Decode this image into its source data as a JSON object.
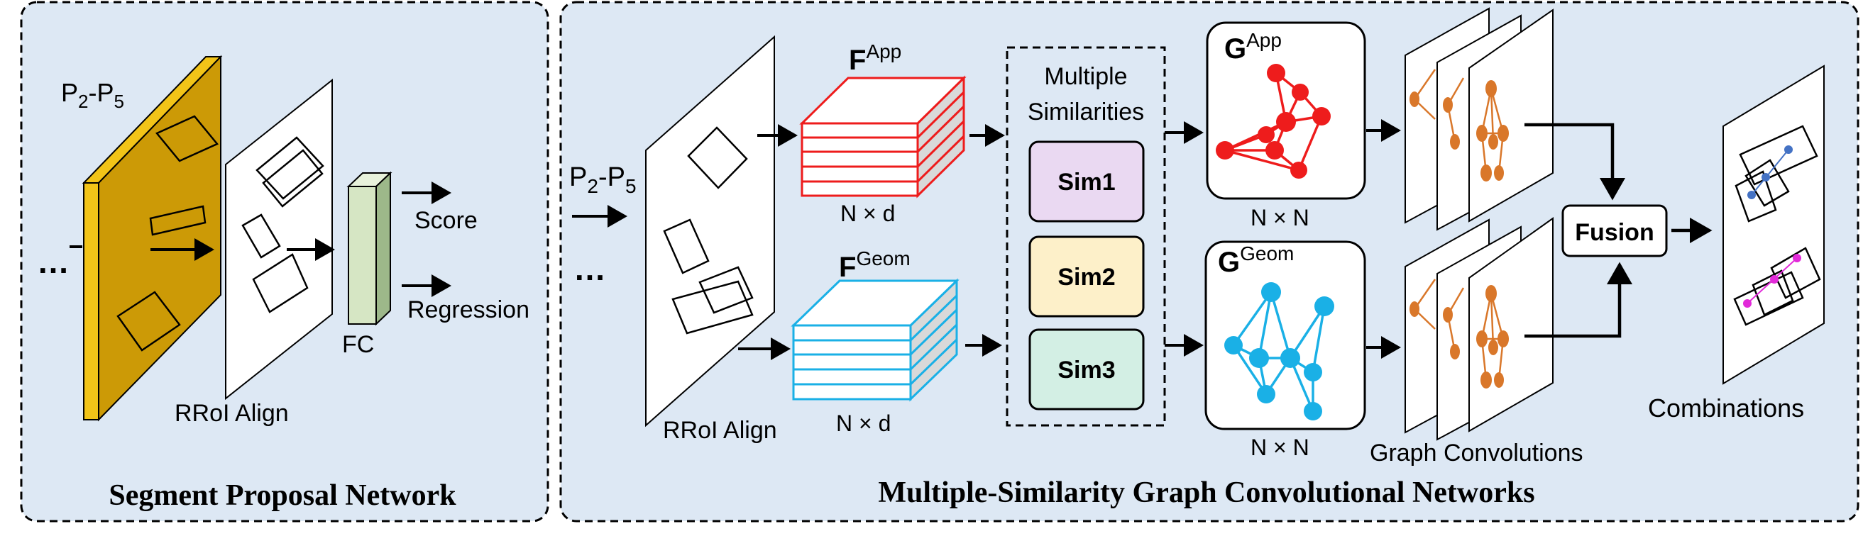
{
  "colors": {
    "panel_fill": "#dde8f4",
    "feature_map": "#cc9a06",
    "feature_edge": "#f2c418",
    "app_red": "#ee1c1c",
    "geom_blue": "#1ab0e6",
    "gcn_orange": "#d9772a",
    "fc_green": "#d6e6c4",
    "sim1": "#ead9f2",
    "sim2": "#fdf0c9",
    "sim3": "#d3efe4",
    "comb_blue": "#4472c4",
    "comb_magenta": "#e22ad9"
  },
  "left_panel": {
    "title": "Segment Proposal Network",
    "pyramid_label": {
      "base": "P",
      "sub1": "2",
      "dash": "-P",
      "sub2": "5"
    },
    "ellipsis": "…",
    "rroi_label": "RRoI Align",
    "fc_label": "FC",
    "score_label": "Score",
    "regression_label": "Regression"
  },
  "right_panel": {
    "title": "Multiple-Similarity Graph Convolutional Networks",
    "pyramid_label": {
      "base": "P",
      "sub1": "2",
      "dash": "-P",
      "sub2": "5"
    },
    "ellipsis": "…",
    "rroi_label": "RRoI Align",
    "f_app": {
      "base": "F",
      "sup": "App"
    },
    "f_geom": {
      "base": "F",
      "sup": "Geom"
    },
    "feature_dim": "N × d",
    "similarities_title": [
      "Multiple",
      "Similarities"
    ],
    "sims": [
      "Sim1",
      "Sim2",
      "Sim3"
    ],
    "g_app": {
      "base": "G",
      "sup": "App"
    },
    "g_geom": {
      "base": "G",
      "sup": "Geom"
    },
    "graph_dim": "N × N",
    "graph_conv_label": "Graph Convolutions",
    "fusion_label": "Fusion",
    "combinations_label": "Combinations"
  }
}
